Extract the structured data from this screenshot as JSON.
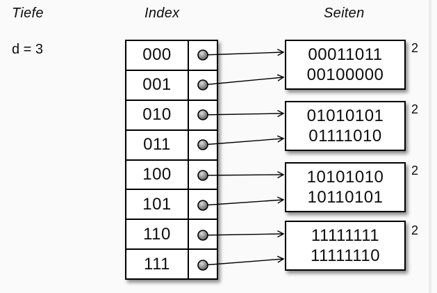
{
  "labels": {
    "depth_header": "Tiefe",
    "index_header": "Index",
    "pages_header": "Seiten",
    "depth_value": "d = 3"
  },
  "index_table": {
    "keys": [
      "000",
      "001",
      "010",
      "011",
      "100",
      "101",
      "110",
      "111"
    ]
  },
  "pages": [
    {
      "values": [
        "00011011",
        "00100000"
      ],
      "local_depth": "2"
    },
    {
      "values": [
        "01010101",
        "01111010"
      ],
      "local_depth": "2"
    },
    {
      "values": [
        "10101010",
        "10110101"
      ],
      "local_depth": "2"
    },
    {
      "values": [
        "11111111",
        "11111110"
      ],
      "local_depth": "2"
    }
  ],
  "colors": {
    "background": "#fafafa",
    "line": "#000000",
    "box_fill": "#ffffff",
    "pointer_dot": "#777777"
  }
}
